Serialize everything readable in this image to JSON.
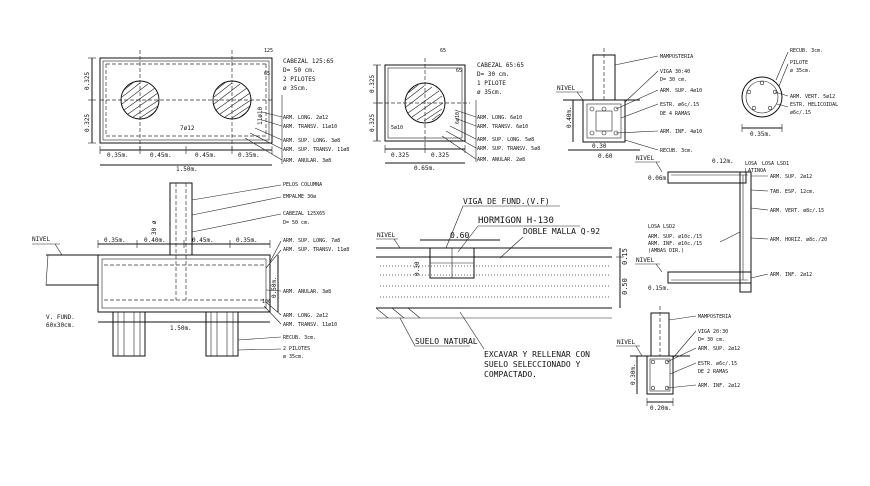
{
  "sheet": {
    "cabezal1": {
      "title": "CABEZAL 125:65",
      "d": "D= 50 cm.",
      "pilotes": "2 PILOTES",
      "phi": "ø 35cm.",
      "arm_long": "ARM. LONG. 2ø12",
      "arm_transv": "ARM. TRANSV. 11ø10",
      "arm_sup_long": "ARM. SUP. LONG. 3ø8",
      "arm_sup_transv": "ARM. SUP. TRANSV. 11ø8",
      "arm_anular": "ARM. ANULAR. 3ø8",
      "inner_label": "7ø12",
      "side_label": "11ø10",
      "dim_top": "125",
      "dim_side": "65",
      "dim_left_1": "0.325",
      "dim_left_2": "0.325",
      "dims_bottom": [
        "0.35m.",
        "0.45m.",
        "0.45m.",
        "0.35m."
      ],
      "total": "1.50m."
    },
    "cabezal2": {
      "title": "CABEZAL 65:65",
      "d": "D= 30 cm.",
      "pilotes": "1 PILOTE",
      "phi": "ø 35cm.",
      "arm_long": "ARM. LONG. 6ø10",
      "arm_transv": "ARM. TRANSV. 6ø10",
      "arm_sup_long": "ARM. SUP. LONG. 5ø8",
      "arm_sup_transv": "ARM. SUP. TRANSV. 5ø8",
      "arm_anular": "ARM. ANULAR. 2ø8",
      "inner_left": "5ø10",
      "inner_right": "6ø10",
      "dim_top": "65",
      "dim_side": "65",
      "dim_left_1": "0.325",
      "dim_left_2": "0.325",
      "dims_bottom": [
        "0.325",
        "0.325"
      ],
      "total": "0.65m."
    },
    "viga1": {
      "mamposteria": "MAMPOSTERIA",
      "viga": "VIGA 30:40",
      "d": "D= 30 cm.",
      "arm_sup": "ARM. SUP. 4ø10",
      "estr": "ESTR. ø6c/.15",
      "ramas": "DE 4 RAMAS",
      "arm_inf": "ARM. INF. 4ø10",
      "recub": "RECUB. 3cm.",
      "nivel": "NIVEL",
      "dim_h": "0.40m.",
      "dims_bottom": [
        "0.30",
        "0.60"
      ]
    },
    "pilote": {
      "recub": "RECUB. 3cm.",
      "pilote": "PILOTE",
      "phi": "ø 35cm.",
      "arm_vert": "ARM. VERT. 5ø12",
      "estr": "ESTR. HELICOIDAL",
      "estr2": "ø6c/.15",
      "dim": "0.35m."
    },
    "corte": {
      "pelos": "PELOS COLUMNA",
      "empalme": "EMPALME 30ø",
      "cabezal": "CABEZAL 125X65",
      "d": "D= 50 cm.",
      "nivel": "NIVEL",
      "dims_top": [
        "0.35m.",
        "0.40m.",
        "0.45m.",
        "0.35m."
      ],
      "arm_sup_long": "ARM. SUP. LONG. 7ø8",
      "arm_sup_transv": "ARM. SUP. TRANSV. 11ø8",
      "arm_anular": "ARM. ANULAR. 3ø8",
      "arm_long": "ARM. LONG. 2ø12",
      "arm_transv": "ARM. TRANSV. 11ø10",
      "recub": "RECUB. 3cm.",
      "pilotes": "2 PILOTES",
      "phi": "ø 35cm.",
      "v_fund": "V. FUND.",
      "v_fund_dim": "60x30cm.",
      "width": "1.50m.",
      "h": "0.50m.",
      "pelos_h": "30 ø",
      "dim_right": "106"
    },
    "viga_fund": {
      "title": "VIGA DE FUND.(V.F)",
      "hormigon": "HORMIGON H-130",
      "malla": "DOBLE MALLA Q-92",
      "nivel": "NIVEL",
      "dim_060": "0.60",
      "dim_030": "0.30",
      "dim_015": "0.15",
      "dim_050": "0.50",
      "suelo": "SUELO NATURAL",
      "excavar1": "EXCAVAR Y RELLENAR CON",
      "excavar2": "SUELO SELECCIONADO Y",
      "excavar3": "COMPACTADO."
    },
    "losa": {
      "title": "LOSA",
      "title2": "LATINOA",
      "losa_lsd": "LOSA LSD1",
      "nivel1": "NIVEL",
      "dim_006": "0.06m.",
      "dim_012": "0.12m.",
      "arm_sup": "ARM. SUP. 2ø12",
      "tab_esp": "TAB. ESP. 12cm.",
      "arm_vert": "ARM. VERT. ø8c/.15",
      "losa_lsd2": "LOSA LSD2",
      "arm_sup2": "ARM. SUP. ø10c./15",
      "arm_inf2": "ARM. INF. ø10c./15",
      "ambas": "(AMBAS DIR.)",
      "arm_horiz": "ARM. HORIZ. ø8c./20",
      "nivel2": "NIVEL",
      "arm_inf": "ARM. INF. 2ø12",
      "dim_015": "0.15m."
    },
    "viga2": {
      "mamposteria": "MAMPOSTERIA",
      "viga": "VIGA 20:30",
      "d": "D= 30 cm.",
      "arm_sup": "ARM. SUP. 2ø12",
      "estr": "ESTR. ø6c/.15",
      "ramas": "DE 2 RAMAS",
      "arm_inf": "ARM. INF. 2ø12",
      "nivel": "NIVEL",
      "dim_h": "0.30m.",
      "dim_b": "0.20m."
    }
  }
}
